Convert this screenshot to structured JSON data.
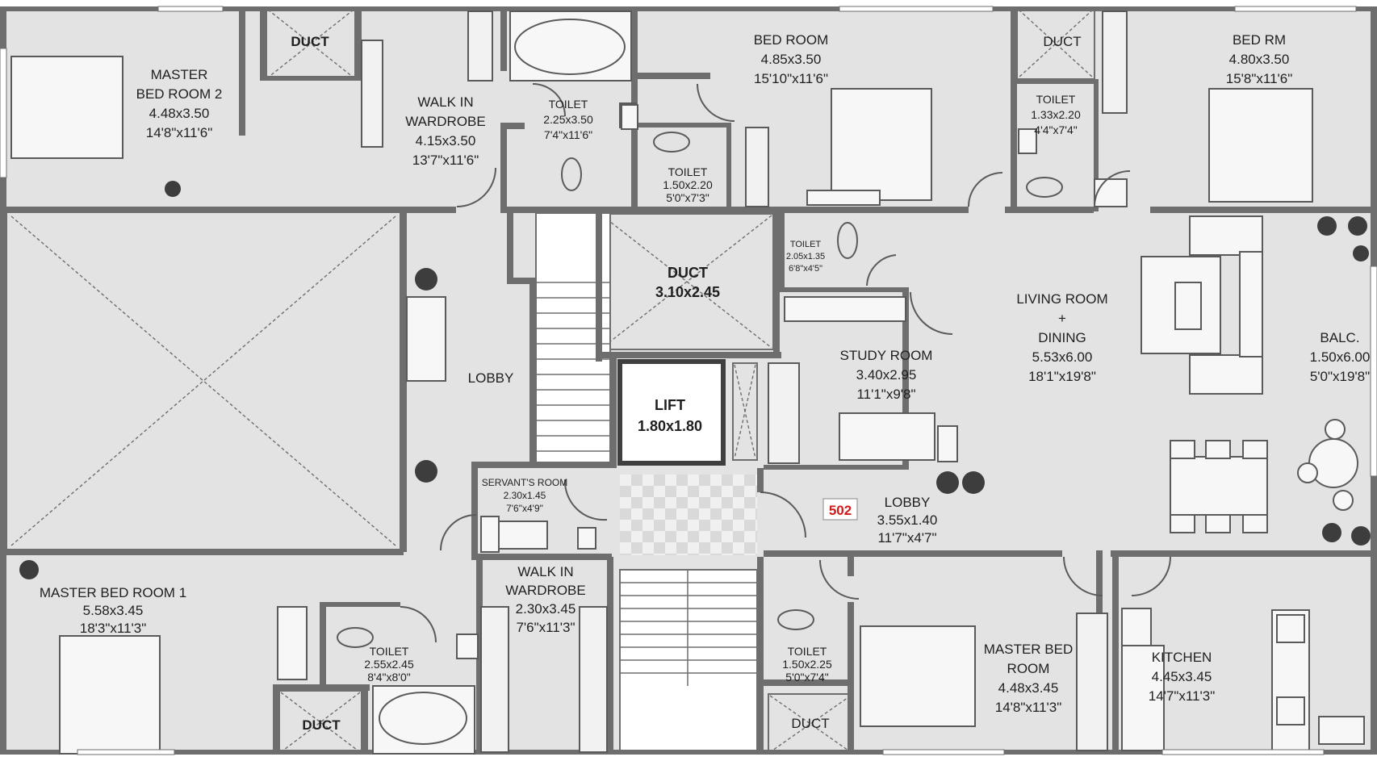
{
  "plan": {
    "unit_tag": "502",
    "colors": {
      "floor": "#e3e3e3",
      "wall": "#6e6e6e",
      "tag": "#d11a1a"
    },
    "rooms": [
      {
        "id": "master-bed-room-2",
        "lines": [
          "MASTER",
          "BED ROOM 2",
          "4.48x3.50",
          "14'8\"x11'6\""
        ]
      },
      {
        "id": "duct-top-left",
        "lines": [
          "DUCT"
        ]
      },
      {
        "id": "walk-in-wardrobe-top",
        "lines": [
          "WALK IN",
          "WARDROBE",
          "4.15x3.50",
          "13'7\"x11'6\""
        ]
      },
      {
        "id": "toilet-top-1",
        "lines": [
          "TOILET",
          "2.25x3.50",
          "7'4\"x11'6\""
        ]
      },
      {
        "id": "toilet-top-2",
        "lines": [
          "TOILET",
          "1.50x2.20",
          "5'0\"x7'3\""
        ]
      },
      {
        "id": "bed-room-top",
        "lines": [
          "BED ROOM",
          "4.85x3.50",
          "15'10\"x11'6\""
        ]
      },
      {
        "id": "duct-top-right",
        "lines": [
          "DUCT"
        ]
      },
      {
        "id": "toilet-top-3",
        "lines": [
          "TOILET",
          "1.33x2.20",
          "4'4\"x7'4\""
        ]
      },
      {
        "id": "bed-rm-top-right",
        "lines": [
          "BED RM",
          "4.80x3.50",
          "15'8\"x11'6\""
        ]
      },
      {
        "id": "duct-center",
        "lines": [
          "DUCT",
          "3.10x2.45"
        ]
      },
      {
        "id": "toilet-mid",
        "lines": [
          "TOILET",
          "2.05x1.35",
          "6'8\"x4'5\""
        ]
      },
      {
        "id": "lobby-left",
        "lines": [
          "LOBBY"
        ]
      },
      {
        "id": "lift",
        "lines": [
          "LIFT",
          "1.80x1.80"
        ]
      },
      {
        "id": "study-room",
        "lines": [
          "STUDY ROOM",
          "3.40x2.95",
          "11'1\"x9'8\""
        ]
      },
      {
        "id": "living-room",
        "lines": [
          "LIVING ROOM",
          "+",
          "DINING",
          "5.53x6.00",
          "18'1\"x19'8\""
        ]
      },
      {
        "id": "balcony",
        "lines": [
          "BALC.",
          "1.50x6.00",
          "5'0\"x19'8\""
        ]
      },
      {
        "id": "servants-room",
        "lines": [
          "SERVANT'S ROOM",
          "2.30x1.45",
          "7'6\"x4'9\""
        ]
      },
      {
        "id": "lobby-right",
        "lines": [
          "LOBBY",
          "3.55x1.40",
          "11'7\"x4'7\""
        ]
      },
      {
        "id": "master-bed-room-1",
        "lines": [
          "MASTER BED  ROOM 1",
          "5.58x3.45",
          "18'3\"x11'3\""
        ]
      },
      {
        "id": "walk-in-wardrobe-bottom",
        "lines": [
          "WALK IN",
          "WARDROBE",
          "2.30x3.45",
          "7'6\"x11'3\""
        ]
      },
      {
        "id": "toilet-bottom-1",
        "lines": [
          "TOILET",
          "2.55x2.45",
          "8'4\"x8'0\""
        ]
      },
      {
        "id": "duct-bottom-left",
        "lines": [
          "DUCT"
        ]
      },
      {
        "id": "toilet-bottom-2",
        "lines": [
          "TOILET",
          "1.50x2.25",
          "5'0\"x7'4\""
        ]
      },
      {
        "id": "duct-bottom-right",
        "lines": [
          "DUCT"
        ]
      },
      {
        "id": "master-bed-room-bottom",
        "lines": [
          "MASTER BED",
          "ROOM",
          "4.48x3.45",
          "14'8\"x11'3\""
        ]
      },
      {
        "id": "kitchen",
        "lines": [
          "KITCHEN",
          "4.45x3.45",
          "14'7\"x11'3\""
        ]
      }
    ]
  }
}
